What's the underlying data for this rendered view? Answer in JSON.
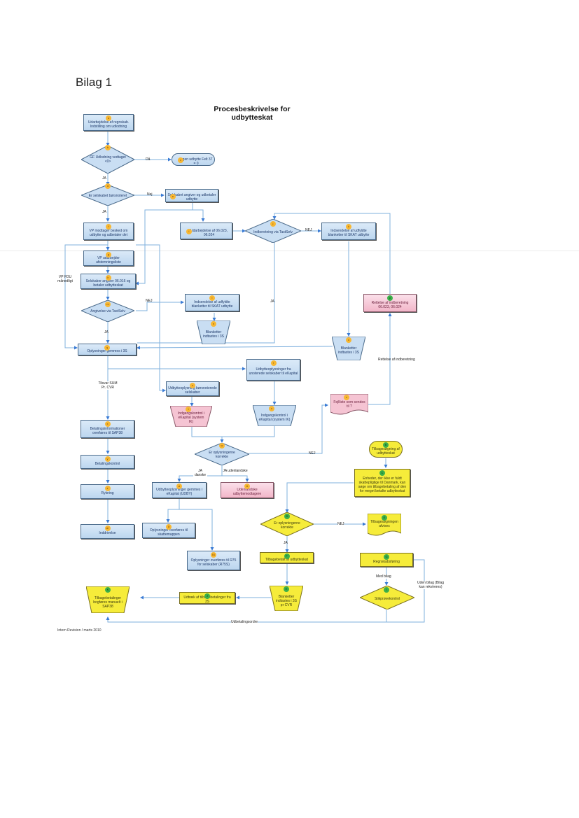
{
  "page": {
    "title": "Bilag 1",
    "chart_title": "Procesbeskrivelse for udbytteskat",
    "footer": "Intern Revision / marts 2010"
  },
  "nodes": {
    "a": {
      "badge": "a",
      "text": "Udarbejdelse af regnskab. Indstilling om udlodning"
    },
    "b": {
      "badge": "b",
      "text": "GF Udlodning vedtaget <0>"
    },
    "c": {
      "badge": "c",
      "text": "Ingen udbytte Felt 37 = 0"
    },
    "d": {
      "badge": "d",
      "text": "Er selskabet børsnoteret"
    },
    "e": {
      "badge": "e",
      "text": "Selskabet angiver og udbetaler udbytte"
    },
    "f": {
      "badge": "f",
      "text": "VP modtager besked om udbytte og udbetaler det"
    },
    "g": {
      "badge": "g",
      "text": "VP udarbejder afstemningsliste"
    },
    "h": {
      "badge": "h",
      "text": "Selskaber angiver 06.016 og betaler udbytteskat"
    },
    "i": {
      "badge": "i",
      "text": "Udarbejdelse af 06.023, 06.024"
    },
    "j": {
      "badge": "j",
      "text": "Indberetning via TastSelv"
    },
    "k": {
      "badge": "k",
      "text": "Indsendelse af udfyldte blanketter til SKAT udbytte"
    },
    "l": {
      "badge": "l",
      "text": "Indsendelse af udfyldte blanketter til SKAT udbytte"
    },
    "m": {
      "badge": "m",
      "text": "Angivelse via TastSelv"
    },
    "n": {
      "badge": "n",
      "text": "Blanketter indtastes i 3S"
    },
    "o": {
      "badge": "o",
      "text": "Blanketter indtastes i 3S"
    },
    "p": {
      "badge": "p",
      "text": "Rettelse af indberetning 06.023, 06.024"
    },
    "q": {
      "badge": "q",
      "text": "Oplysninger gemmes i 3S"
    },
    "r": {
      "badge": "r",
      "text": "Udbytteoplysninger fra unoterede selskaber til eKapital"
    },
    "s": {
      "badge": "s",
      "text": "Udbytteoplysning børsnoterede selskaber"
    },
    "t": {
      "badge": "t",
      "text": "Indgangskontrol i eKapital (system IK)"
    },
    "u": {
      "badge": "u",
      "text": "Indgangskontrol i eKapital (system IK)"
    },
    "v": {
      "badge": "v",
      "text": "Fejlliste som sendes til ?"
    },
    "w": {
      "badge": "w",
      "text": "Er oplysningerne korrekte"
    },
    "x": {
      "badge": "x",
      "text": "Betalingsinformationer overføres til SAP38"
    },
    "y": {
      "badge": "y",
      "text": "Betalingskontrol"
    },
    "z": {
      "badge": "z",
      "text": "Rykning"
    },
    "ae": {
      "badge": "æ",
      "text": "Inddrivelse"
    },
    "oe": {
      "badge": "ø",
      "text": "Udbytteoplysninger gemmes i eKapital (UDBY)"
    },
    "A": {
      "badge": "A",
      "text": "Udenlandske udbyttemodtagere"
    },
    "aa": {
      "badge": "å",
      "text": "Oplysninger overføres til skattemappen"
    },
    "a1": {
      "badge": "å1",
      "text": "Oplysninger overføres til R75 for selskaber (R75S)"
    },
    "B": {
      "badge": "B",
      "text": "Tilbagesøgning af udbytteskat"
    },
    "C": {
      "badge": "C",
      "text": "Enheder, der ikke er fuldt skattepligtige til Danmark, kan søge om tilbagebetaling af den for meget betalte udbytteskat"
    },
    "D": {
      "badge": "D",
      "text": "Er oplysningerne korrekte"
    },
    "E": {
      "badge": "E",
      "text": "Tilbagesøgningen afvises"
    },
    "F": {
      "badge": "F",
      "text": "Tilbagebetalt af udbytteskat"
    },
    "G": {
      "badge": "G",
      "text": "Regnskabsføring"
    },
    "H": {
      "badge": "H",
      "text": "Blanketter indtastes i 3S pr CVR"
    },
    "I": {
      "badge": "I",
      "text": "Stikprøvekontrol"
    },
    "J": {
      "badge": "J",
      "text": "Udtræk af tilbagebetalinger fra 3S"
    },
    "K": {
      "badge": "K",
      "text": "Tilbagebetalinger bogføres manuelt i SAP38"
    }
  },
  "edge_labels": {
    "b_c": "Då",
    "b_d": "JA",
    "d_e": "Nej",
    "d_f": "JA",
    "j_k": "NEJ",
    "j_down": "JA",
    "m_l": "NEJ",
    "m_q": "JA",
    "vp_fdu": "VP FDU månedligt",
    "q_x": "Tilsvar SUM Pr. CVR",
    "rettelse": "Rettelse af indberetning",
    "w_v": "NEJ",
    "w_oe": "JA danske",
    "w_A": "JA udenlandske",
    "D_E": "NEJ",
    "D_F": "JA",
    "G_I": "Med bilag",
    "G_K": "Uden bilag (Bilag kan rekvireres)",
    "udbetalingsordre": "Udbetalingsordre"
  },
  "colors": {
    "blue_fill": "#c9def3",
    "pink_fill": "#f5c4d3",
    "yellow_fill": "#f6ec3a",
    "connector": "#5b9bd5",
    "badge_orange": "#f7b733",
    "badge_green": "#3cb04a"
  }
}
